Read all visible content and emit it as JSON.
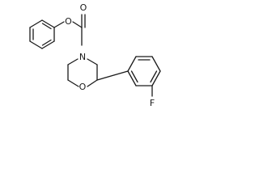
{
  "molecule": {
    "atoms": {
      "carbonyl_oxygen": "O",
      "ester_oxygen": "O",
      "ring_nitrogen": "N",
      "ring_oxygen": "O",
      "fluorine": "F"
    }
  },
  "colors": {
    "bond": "#1a1a1a",
    "label": "#1a1a1a",
    "background": "#ffffff"
  }
}
